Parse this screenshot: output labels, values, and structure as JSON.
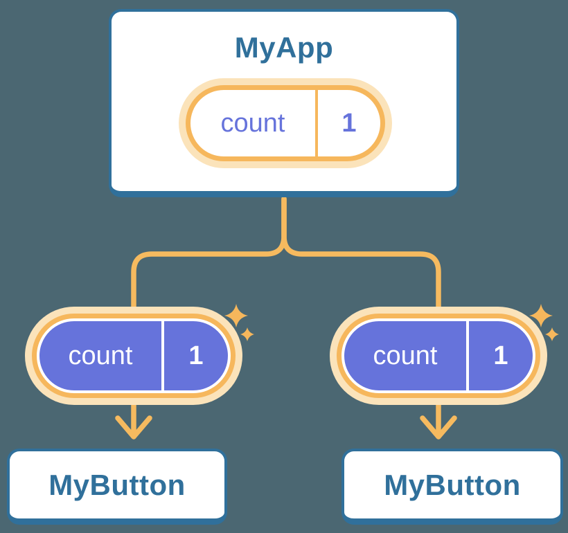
{
  "diagram": {
    "root": {
      "title": "MyApp",
      "state": {
        "name": "count",
        "value": "1"
      }
    },
    "children": [
      {
        "title": "MyButton",
        "prop": {
          "name": "count",
          "value": "1"
        }
      },
      {
        "title": "MyButton",
        "prop": {
          "name": "count",
          "value": "1"
        }
      }
    ]
  },
  "colors": {
    "canvas-bg": "#4B6772",
    "card-bg": "#FFFFFF",
    "blue": "#30709B",
    "ring": "#F6B75C",
    "glow": "#FBE3BA",
    "connector": "#F6BA5F",
    "purple": "#6673DB",
    "white": "#FFFFFF"
  }
}
